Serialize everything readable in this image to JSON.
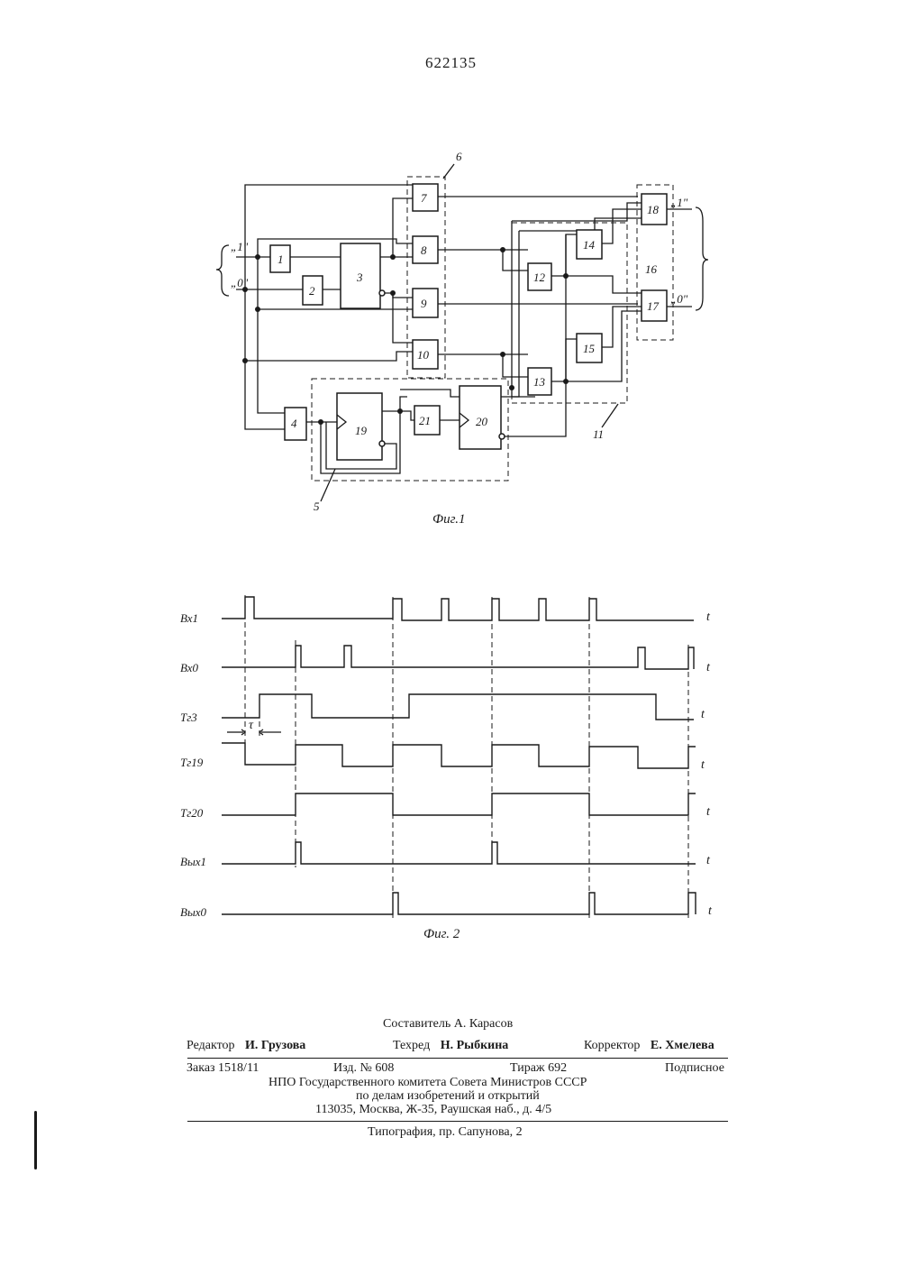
{
  "page_number": "622135",
  "fig1": {
    "caption": "Фиг.1",
    "blocks": [
      "1",
      "2",
      "3",
      "4",
      "7",
      "8",
      "9",
      "10",
      "12",
      "13",
      "14",
      "15",
      "17",
      "18",
      "19",
      "20",
      "21"
    ],
    "group_labels": [
      "5",
      "6",
      "11",
      "16"
    ],
    "inputs": [
      "„1\"",
      "„0\""
    ],
    "outputs": [
      "„1\"",
      "„0\""
    ]
  },
  "fig2": {
    "caption": "Фиг. 2",
    "signals": [
      "Вх1",
      "Вх0",
      "Тг3",
      "Тг19",
      "Тг20",
      "Вых1",
      "Вых0"
    ],
    "time_label": "t",
    "tau_label": "τ"
  },
  "footer": {
    "compiler": "Составитель А. Карасов",
    "editor_role": "Редактор",
    "editor_name": "И. Грузова",
    "techred_role": "Техред",
    "techred_name": "Н. Рыбкина",
    "corrector_role": "Корректор",
    "corrector_name": "Е. Хмелева",
    "order": "Заказ 1518/11",
    "issue": "Изд. № 608",
    "circulation": "Тираж 692",
    "subscription": "Подписное",
    "org_line1": "НПО Государственного комитета Совета Министров СССР",
    "org_line2": "по делам изобретений и открытий",
    "address": "113035, Москва, Ж-35, Раушская наб., д. 4/5",
    "printer": "Типография, пр. Сапунова, 2"
  }
}
